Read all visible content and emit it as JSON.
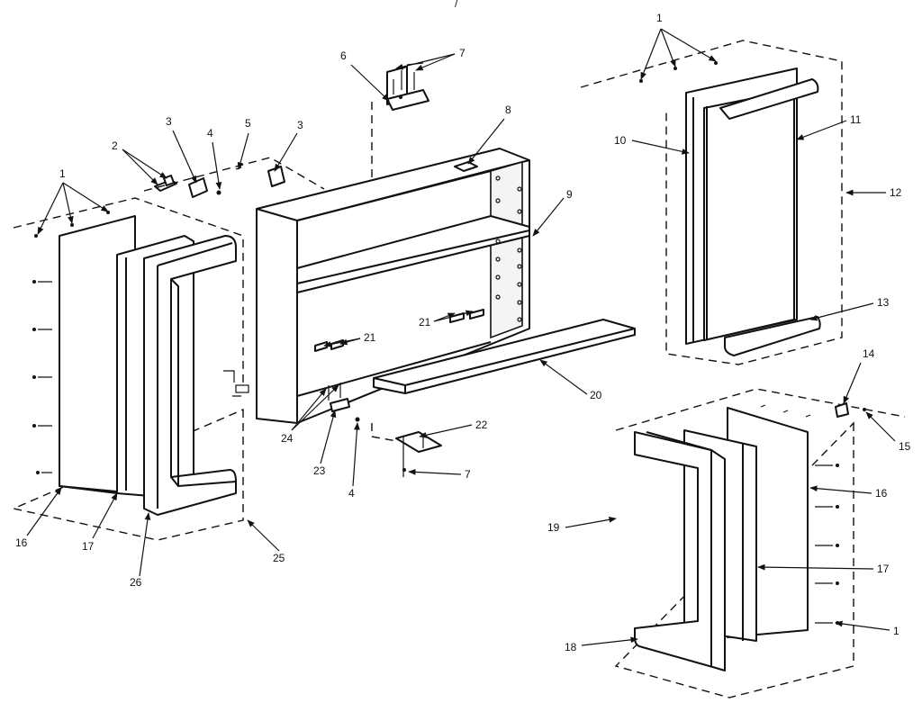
{
  "diagram": {
    "labels": {
      "top_mark": "/",
      "p1_left": "1",
      "p2": "2",
      "p3_left": "3",
      "p4_top": "4",
      "p5": "5",
      "p3_right": "3",
      "p6": "6",
      "p7_top": "7",
      "p8": "8",
      "p9": "9",
      "p21_right": "21",
      "p21_left": "21",
      "p20": "20",
      "p22": "22",
      "p7_bottom": "7",
      "p24": "24",
      "p23": "23",
      "p4_bottom": "4",
      "p16_left": "16",
      "p17_left": "17",
      "p26": "26",
      "p25": "25",
      "p1_topright": "1",
      "p10": "10",
      "p11": "11",
      "p12": "12",
      "p13": "13",
      "p14": "14",
      "p15": "15",
      "p16_right": "16",
      "p19": "19",
      "p17_right": "17",
      "p18": "18",
      "p1_bottomright": "1"
    }
  }
}
